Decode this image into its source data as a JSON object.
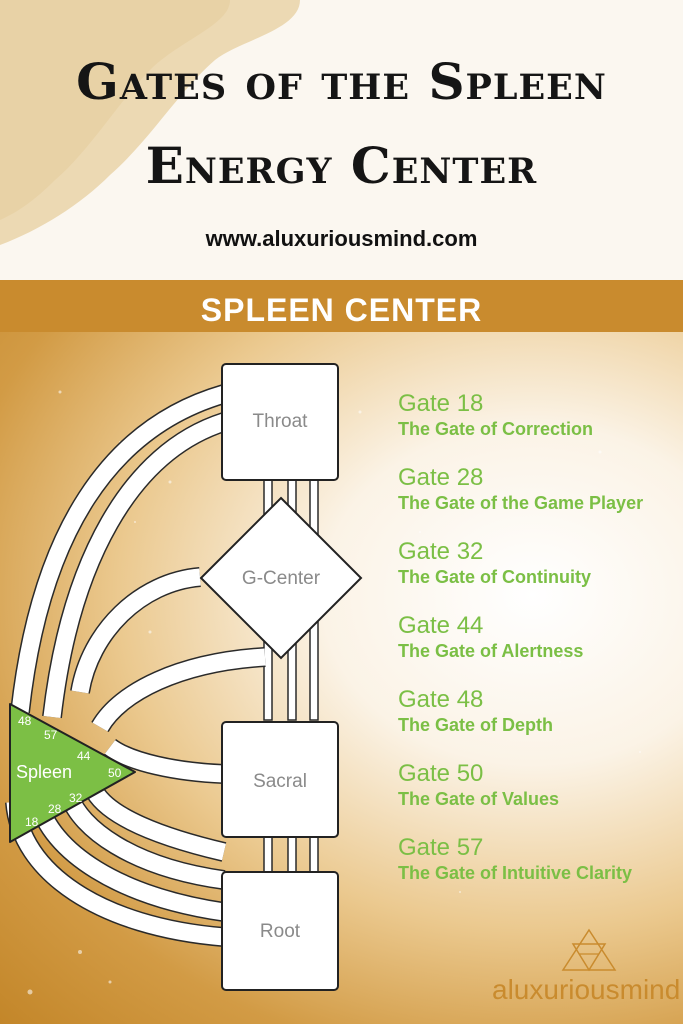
{
  "header": {
    "title_line1": "Gates of the Spleen",
    "title_line2": "Energy Center",
    "website": "www.aluxuriousmind.com"
  },
  "banner": {
    "label": "SPLEEN CENTER"
  },
  "diagram": {
    "centers": {
      "throat": "Throat",
      "g_center": "G-Center",
      "sacral": "Sacral",
      "root": "Root",
      "spleen": "Spleen"
    },
    "spleen_gate_numbers": [
      "48",
      "57",
      "44",
      "50",
      "32",
      "28",
      "18"
    ],
    "colors": {
      "spleen_fill": "#7cbf45",
      "center_stroke": "#222222",
      "center_text": "#8a8a8a"
    }
  },
  "gates": [
    {
      "number": "Gate 18",
      "name": "The Gate of Correction"
    },
    {
      "number": "Gate 28",
      "name": "The Gate of the Game Player"
    },
    {
      "number": "Gate 32",
      "name": "The Gate of Continuity"
    },
    {
      "number": "Gate 44",
      "name": "The Gate of Alertness"
    },
    {
      "number": "Gate 48",
      "name": "The Gate of Depth"
    },
    {
      "number": "Gate 50",
      "name": "The Gate of Values"
    },
    {
      "number": "Gate 57",
      "name": "The Gate of Intuitive Clarity"
    }
  ],
  "logo": {
    "text": "aluxuriousmind",
    "icon": "triangle-logo-icon"
  }
}
